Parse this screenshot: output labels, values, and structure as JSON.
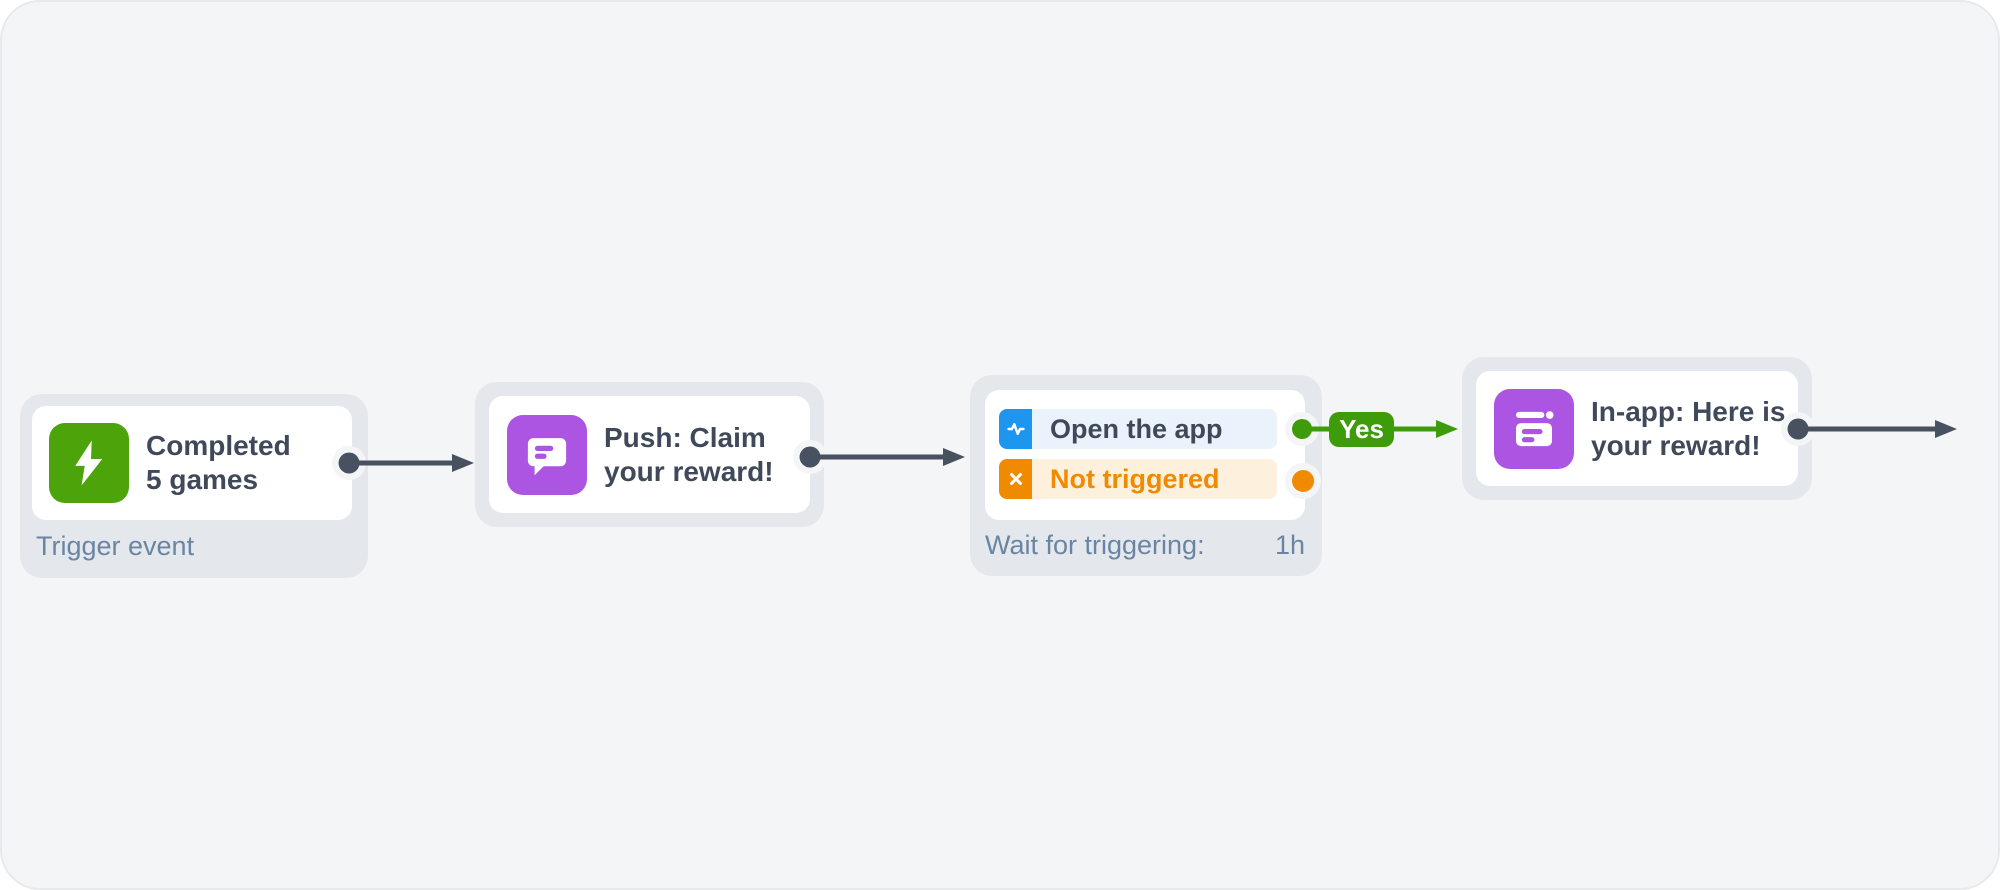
{
  "canvas": {
    "background_color": "#F4F5F6",
    "container_color": "#E4E8EC",
    "connector_color": "#47515F",
    "yes_branch_color": "#3E9B09"
  },
  "nodes": {
    "trigger": {
      "title_lines": [
        "Completed",
        "5 games"
      ],
      "footer_label": "Trigger event",
      "icon": "lightning-bolt-icon",
      "icon_color": "#4CA30A"
    },
    "push": {
      "title_lines": [
        "Push: Claim",
        "your reward!"
      ],
      "icon": "push-message-icon",
      "icon_color": "#AC55E2"
    },
    "wait": {
      "branches": [
        {
          "label": "Open the app",
          "icon": "activity-pulse-icon",
          "icon_color": "#1D96EF",
          "row_color": "#EAF3FC",
          "connector_color": "#3E9B09"
        },
        {
          "label": "Not triggered",
          "icon": "x-cross-icon",
          "icon_color": "#F08A00",
          "row_color": "#FDF1DE",
          "connector_color": "#F08A00"
        }
      ],
      "footer_label": "Wait for triggering:",
      "footer_value": "1h"
    },
    "inapp": {
      "title_lines": [
        "In-app: Here is",
        "your reward!"
      ],
      "icon": "in-app-banner-icon",
      "icon_color": "#AC55E2"
    }
  },
  "edges": {
    "yes_label": "Yes"
  }
}
